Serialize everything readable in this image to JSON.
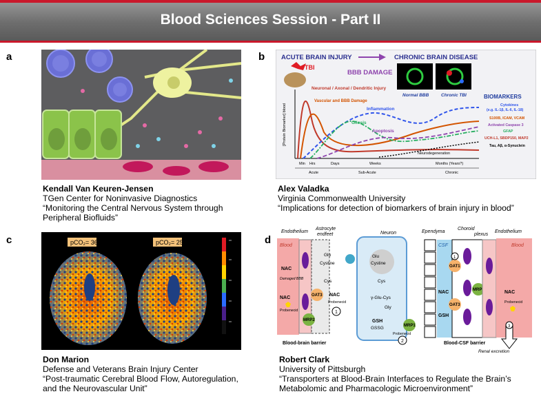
{
  "title": "Blood Sciences Session - Part II",
  "panels": {
    "a": {
      "letter": "a",
      "speaker": "Kendall Van Keuren-Jensen",
      "affiliation": "TGen Center for Noninvasive Diagnostics",
      "talk_line1": "“Monitoring the Central Nervous System through",
      "talk_line2": "Peripheral Biofluids”"
    },
    "b": {
      "letter": "b",
      "speaker": "Alex Valadka",
      "affiliation": "Virginia Commonwealth University",
      "talk_line1": "“Implications  for detection of biomarkers of brain injury  in blood”",
      "figure": {
        "acute_label": "ACUTE BRAIN INJURY",
        "chronic_label": "CHRONIC  BRAIN DISEASE",
        "tbi": "TBI",
        "bbb_damage": "BBB DAMAGE",
        "normal_bbb": "Normal BBB",
        "chronic_tbi": "Chronic TBI",
        "biomarkers": "BIOMARKERS",
        "y_axis": "[Protein Biomarker] blood",
        "curves": {
          "neuronal": "Neuronal / Axonal / Dendritic Injury",
          "vascular": "Vascular and BBB Damage",
          "inflammation": "Inflammation",
          "gliosis": "Gliosis",
          "apoptosis": "Apoptosis",
          "neurodegeneration": "Neurodegeneration"
        },
        "legend": {
          "cytokines": "Cytokines",
          "cytokines_list": "(e.g. IL-1β, IL-6, IL-18)",
          "s100b": "S100B, ICAM, VCAM",
          "caspase": "Activated Caspase 3",
          "gfap": "GFAP",
          "uchl1": "UCH-L1, SBDP150, MAP2",
          "tau": "Tau, Aβ, α-Synuclein"
        },
        "ticks": {
          "min": "Min",
          "hrs": "Hrs",
          "days": "Days",
          "weeks": "Weeks",
          "months": "Months (Years?)"
        },
        "phases": {
          "acute": "Acute",
          "subacute": "Sub-Acute",
          "chronic": "Chronic"
        }
      }
    },
    "c": {
      "letter": "c",
      "speaker": "Don Marion",
      "affiliation": "Defense and Veterans Brain Injury Center",
      "talk_line1": "“Post-traumatic Cerebral Blood Flow, Autoregulation,",
      "talk_line2": "and the Neurovascular Unit”",
      "figure": {
        "label_left": "pCO₂= 36",
        "label_right": "pCO₂= 25"
      }
    },
    "d": {
      "letter": "d",
      "speaker": "Robert Clark",
      "affiliation": "University of Pittsburgh",
      "talk_line1": "“Transporters  at Blood-Brain Interfaces to Regulate the Brain’s",
      "talk_line2": "Metabolomic and Pharmacologic Microenvironment”",
      "figure": {
        "endothelium": "Endothelium",
        "astrocyte": "Astrocyte",
        "endfeet": "endfeet",
        "neuron": "Neuron",
        "ependyma": "Ependyma",
        "choroid": "Choroid",
        "plexus": "plexus",
        "endothelium_right": "Endothelium",
        "blood_left": "Blood",
        "blood_right": "Blood",
        "csf": "CSF",
        "nac": "NAC",
        "damaged_bbb": "Damaged BBB",
        "glu": "Glu",
        "cystine": "Cystine",
        "cys": "Cys",
        "gamma_glu_cys": "γ-Glu-Cys",
        "gly": "Gly",
        "gsh": "GSH",
        "gssg": "GSSG",
        "oat3": "OAT3",
        "oat1": "OAT1",
        "mrp2": "MRP2",
        "mrp1": "MRP1",
        "probenecid": "Probenecid",
        "bbb_label": "Blood-brain barrier",
        "bcsf_label": "Blood-CSF barrier",
        "renal": "Renal excretion",
        "n1": "1",
        "n2": "2",
        "n3": "3"
      }
    }
  }
}
